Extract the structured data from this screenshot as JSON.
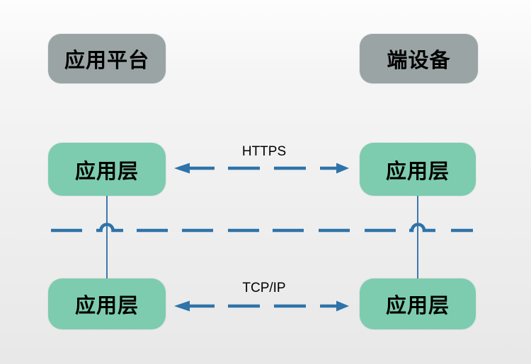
{
  "colors": {
    "background_top": "#fdfdfd",
    "background_bottom": "#e8e8e8",
    "header_box_fill": "#9aa4a4",
    "layer_box_fill": "#7dccaf",
    "connector_blue": "#2e73a9",
    "thin_connector_blue": "#3d77ad",
    "label_text": "#000000"
  },
  "headers": {
    "platform": {
      "label": "应用平台"
    },
    "device": {
      "label": "端设备"
    }
  },
  "layers": {
    "platform_top": {
      "label": "应用层"
    },
    "device_top": {
      "label": "应用层"
    },
    "platform_bottom": {
      "label": "应用层"
    },
    "device_bottom": {
      "label": "应用层"
    }
  },
  "protocols": {
    "https": {
      "label": "HTTPS"
    },
    "tcpip": {
      "label": "TCP/IP"
    }
  }
}
